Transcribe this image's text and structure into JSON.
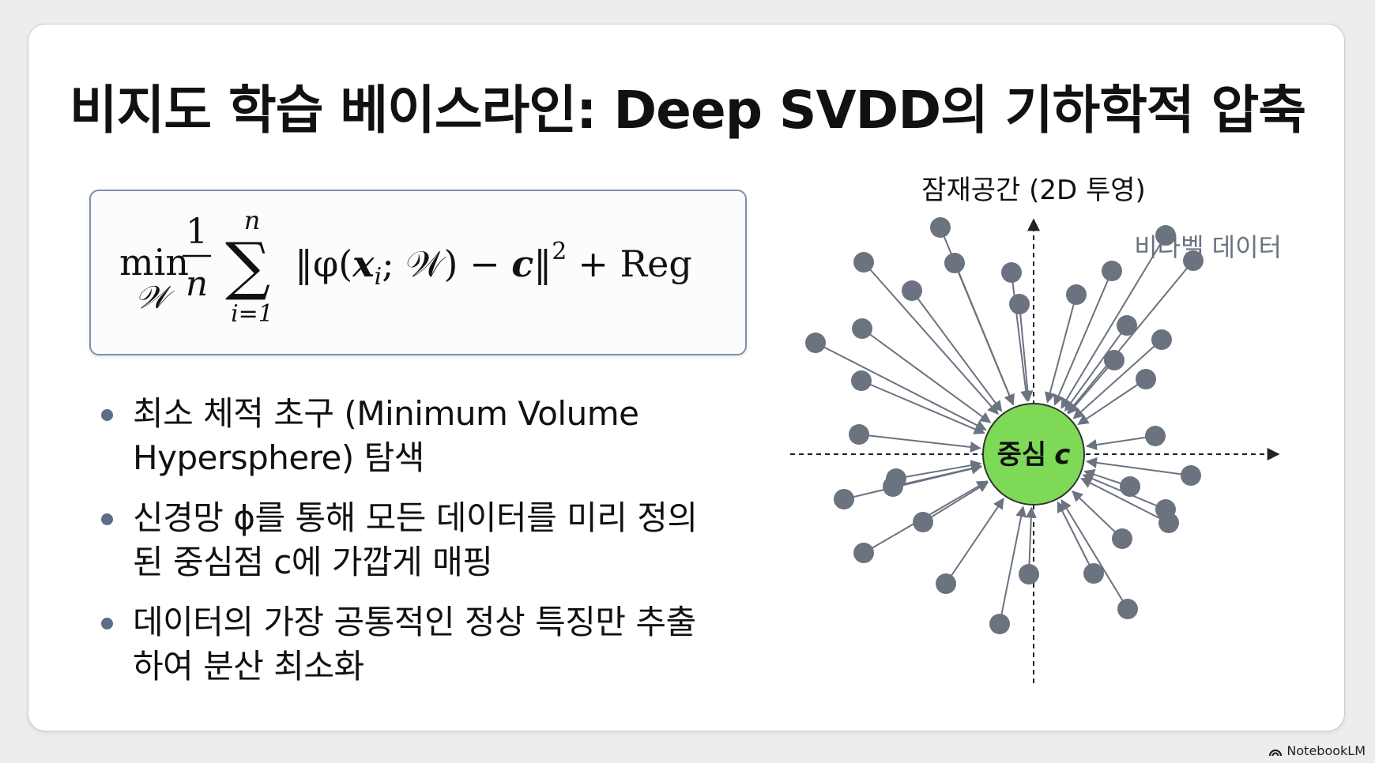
{
  "slide": {
    "title": "비지도 학습 베이스라인: Deep SVDD의 기하학적 압축",
    "formula": {
      "min": "min",
      "min_sub": "𝒲",
      "frac_num": "1",
      "frac_den": "n",
      "sum_top": "n",
      "sum_bottom": "i=1",
      "body_1": "‖φ(",
      "body_x": "x",
      "body_i": "i",
      "body_2": "; 𝒲) − ",
      "body_c": "c",
      "body_3": "‖",
      "exp": "2",
      "tail": "+ Reg"
    },
    "bullets": [
      "최소 체적 초구 (Minimum Volume Hypersphere) 탐색",
      "신경망 ϕ를 통해 모든 데이터를 미리 정의된 중심점 c에 가깝게 매핑",
      "데이터의 가장 공통적인 정상 특징만 추출하여 분산 최소화"
    ]
  },
  "diagram": {
    "axis_title": "잠재공간 (2D 투영)",
    "points_label": "비라벨 데이터",
    "center_label": "중심",
    "center_symbol": "c",
    "colors": {
      "center": "#7ed957",
      "center_border": "#333333",
      "points": "#6b7280",
      "arrows": "#6b7280",
      "axes": "#222222"
    }
  },
  "watermark": {
    "text": "NotebookLM",
    "icon": "notebooklm-logo-icon"
  }
}
